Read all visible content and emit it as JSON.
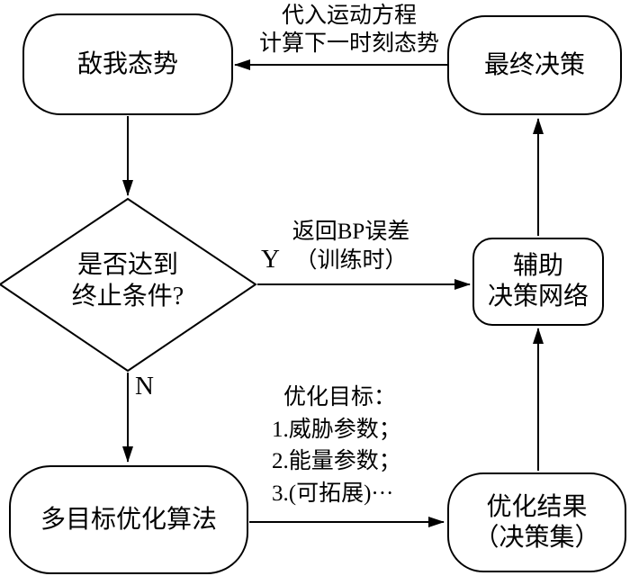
{
  "nodes": {
    "situation": {
      "label": "敌我态势"
    },
    "final_decision": {
      "label": "最终决策"
    },
    "termination_check": {
      "line1": "是否达到",
      "line2": "终止条件?"
    },
    "aux_network": {
      "line1": "辅助",
      "line2": "决策网络"
    },
    "moo_algorithm": {
      "label": "多目标优化算法"
    },
    "opt_result": {
      "line1": "优化结果",
      "line2": "（决策集）"
    }
  },
  "edge_labels": {
    "motion_equation": {
      "line1": "代入运动方程",
      "line2": "计算下一时刻态势"
    },
    "bp_error": {
      "line1": "返回BP误差",
      "line2": "（训练时）"
    },
    "yes": "Y",
    "no": "N",
    "opt_goals": {
      "title": "优化目标：",
      "item1": "1.威胁参数；",
      "item2": "2.能量参数；",
      "item3": "3.(可拓展)···"
    }
  },
  "colors": {
    "line": "#000000",
    "background": "#ffffff"
  }
}
